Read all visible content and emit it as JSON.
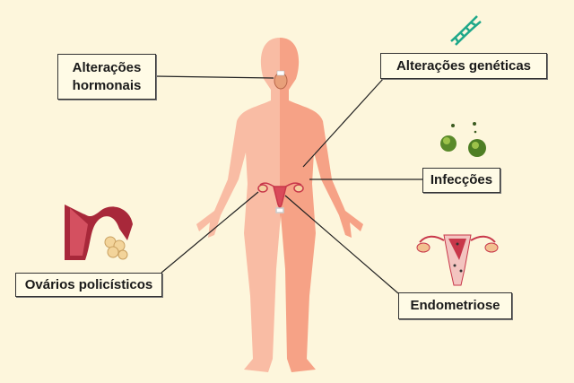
{
  "labels": {
    "hormonal": [
      "Alterações",
      "hormonais"
    ],
    "genetic": "Alterações genéticas",
    "infections": "Infecções",
    "pcos": "Ovários policísticos",
    "endometriosis": "Endometriose"
  },
  "colors": {
    "background": "#fdf6dc",
    "body_light": "#f9bca4",
    "body_dark": "#f6a286",
    "dna": "#1fa88a",
    "bacteria": "#5a8a2a",
    "uterus": "#c8374a"
  }
}
